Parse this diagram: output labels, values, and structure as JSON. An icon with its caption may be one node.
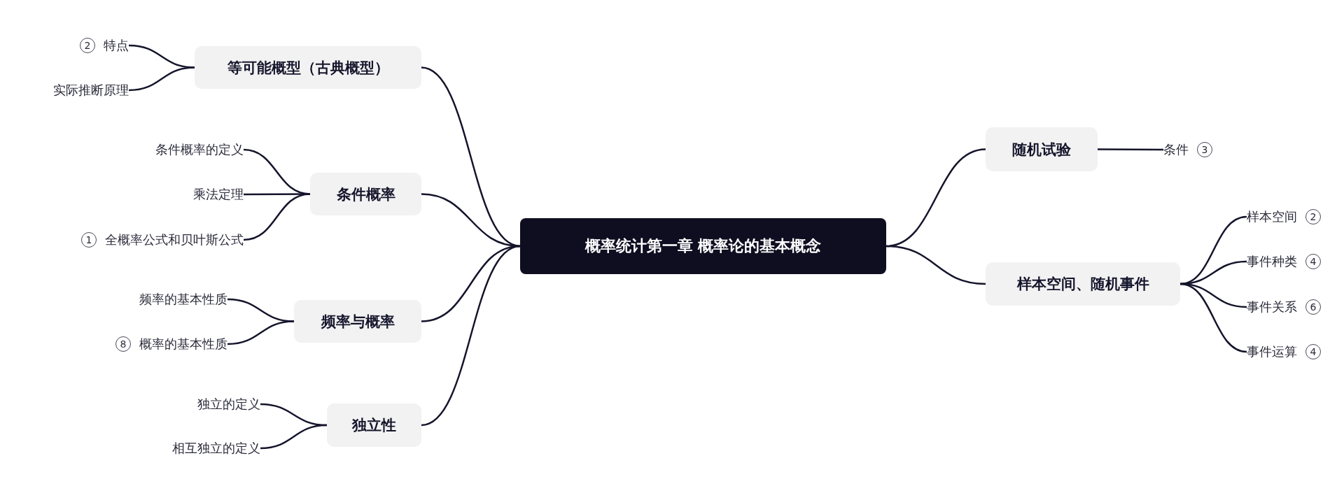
{
  "diagram": {
    "nodes": [
      {
        "text": [
          "概率统计第一章 概率论的基本概念"
        ]
      },
      {
        "text": [
          "等可能概型（古典概型）"
        ]
      },
      {
        "text": [
          "特点"
        ],
        "beside": [
          "2"
        ]
      },
      {
        "text": [
          "实际推断原理"
        ]
      },
      {
        "text": [
          "条件概率"
        ]
      },
      {
        "text": [
          "条件概率的定义"
        ]
      },
      {
        "text": [
          "乘法定理"
        ]
      },
      {
        "text": [
          "全概率公式和贝叶斯公式"
        ],
        "beside": [
          "1"
        ]
      },
      {
        "text": [
          "频率与概率"
        ]
      },
      {
        "text": [
          "频率的基本性质"
        ]
      },
      {
        "text": [
          "概率的基本性质"
        ],
        "beside": [
          "8"
        ]
      },
      {
        "text": [
          "独立性"
        ]
      },
      {
        "text": [
          "独立的定义"
        ]
      },
      {
        "text": [
          "相互独立的定义"
        ]
      },
      {
        "text": [
          "随机试验"
        ]
      },
      {
        "text": [
          "条件"
        ],
        "beside": [
          "3"
        ]
      },
      {
        "text": [
          "样本空间、随机事件"
        ]
      },
      {
        "text": [
          "样本空间"
        ],
        "beside": [
          "2"
        ]
      },
      {
        "text": [
          "事件种类"
        ],
        "beside": [
          "4"
        ]
      },
      {
        "text": [
          "事件关系"
        ],
        "beside": [
          "6"
        ]
      },
      {
        "text": [
          "事件运算"
        ],
        "beside": [
          "4"
        ]
      }
    ],
    "edges": [
      {
        "from": 0,
        "to": 1,
        "arrow": "none"
      },
      {
        "from": 1,
        "to": 2,
        "arrow": "none"
      },
      {
        "from": 1,
        "to": 3,
        "arrow": "none"
      },
      {
        "from": 0,
        "to": 4,
        "arrow": "none"
      },
      {
        "from": 4,
        "to": 5,
        "arrow": "none"
      },
      {
        "from": 4,
        "to": 6,
        "arrow": "none"
      },
      {
        "from": 4,
        "to": 7,
        "arrow": "none"
      },
      {
        "from": 0,
        "to": 8,
        "arrow": "none"
      },
      {
        "from": 8,
        "to": 9,
        "arrow": "none"
      },
      {
        "from": 8,
        "to": 10,
        "arrow": "none"
      },
      {
        "from": 0,
        "to": 11,
        "arrow": "none"
      },
      {
        "from": 11,
        "to": 12,
        "arrow": "none"
      },
      {
        "from": 11,
        "to": 13,
        "arrow": "none"
      },
      {
        "from": 0,
        "to": 14,
        "arrow": "none"
      },
      {
        "from": 14,
        "to": 15,
        "arrow": "none"
      },
      {
        "from": 0,
        "to": 16,
        "arrow": "none"
      },
      {
        "from": 16,
        "to": 17,
        "arrow": "none"
      },
      {
        "from": 16,
        "to": 18,
        "arrow": "none"
      },
      {
        "from": 16,
        "to": 19,
        "arrow": "none"
      },
      {
        "from": 16,
        "to": 20,
        "arrow": "none"
      }
    ]
  }
}
